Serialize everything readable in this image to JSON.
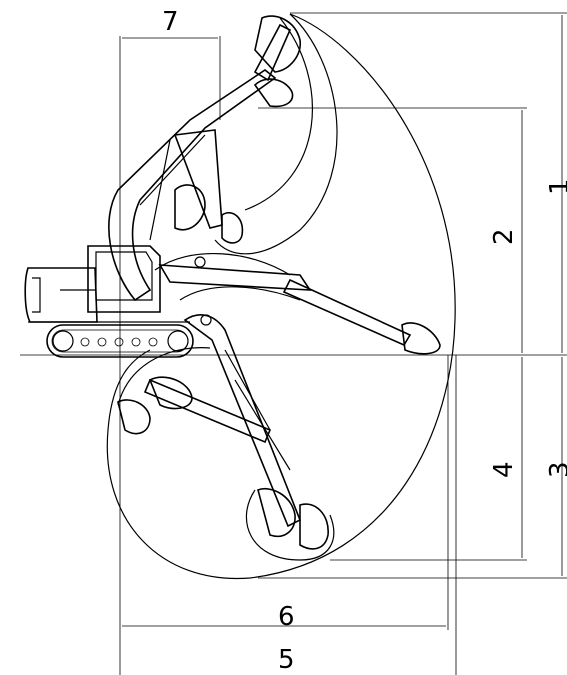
{
  "labels": {
    "dim1": "1",
    "dim2": "2",
    "dim3": "3",
    "dim4": "4",
    "dim5": "5",
    "dim6": "6",
    "dim7": "7"
  }
}
